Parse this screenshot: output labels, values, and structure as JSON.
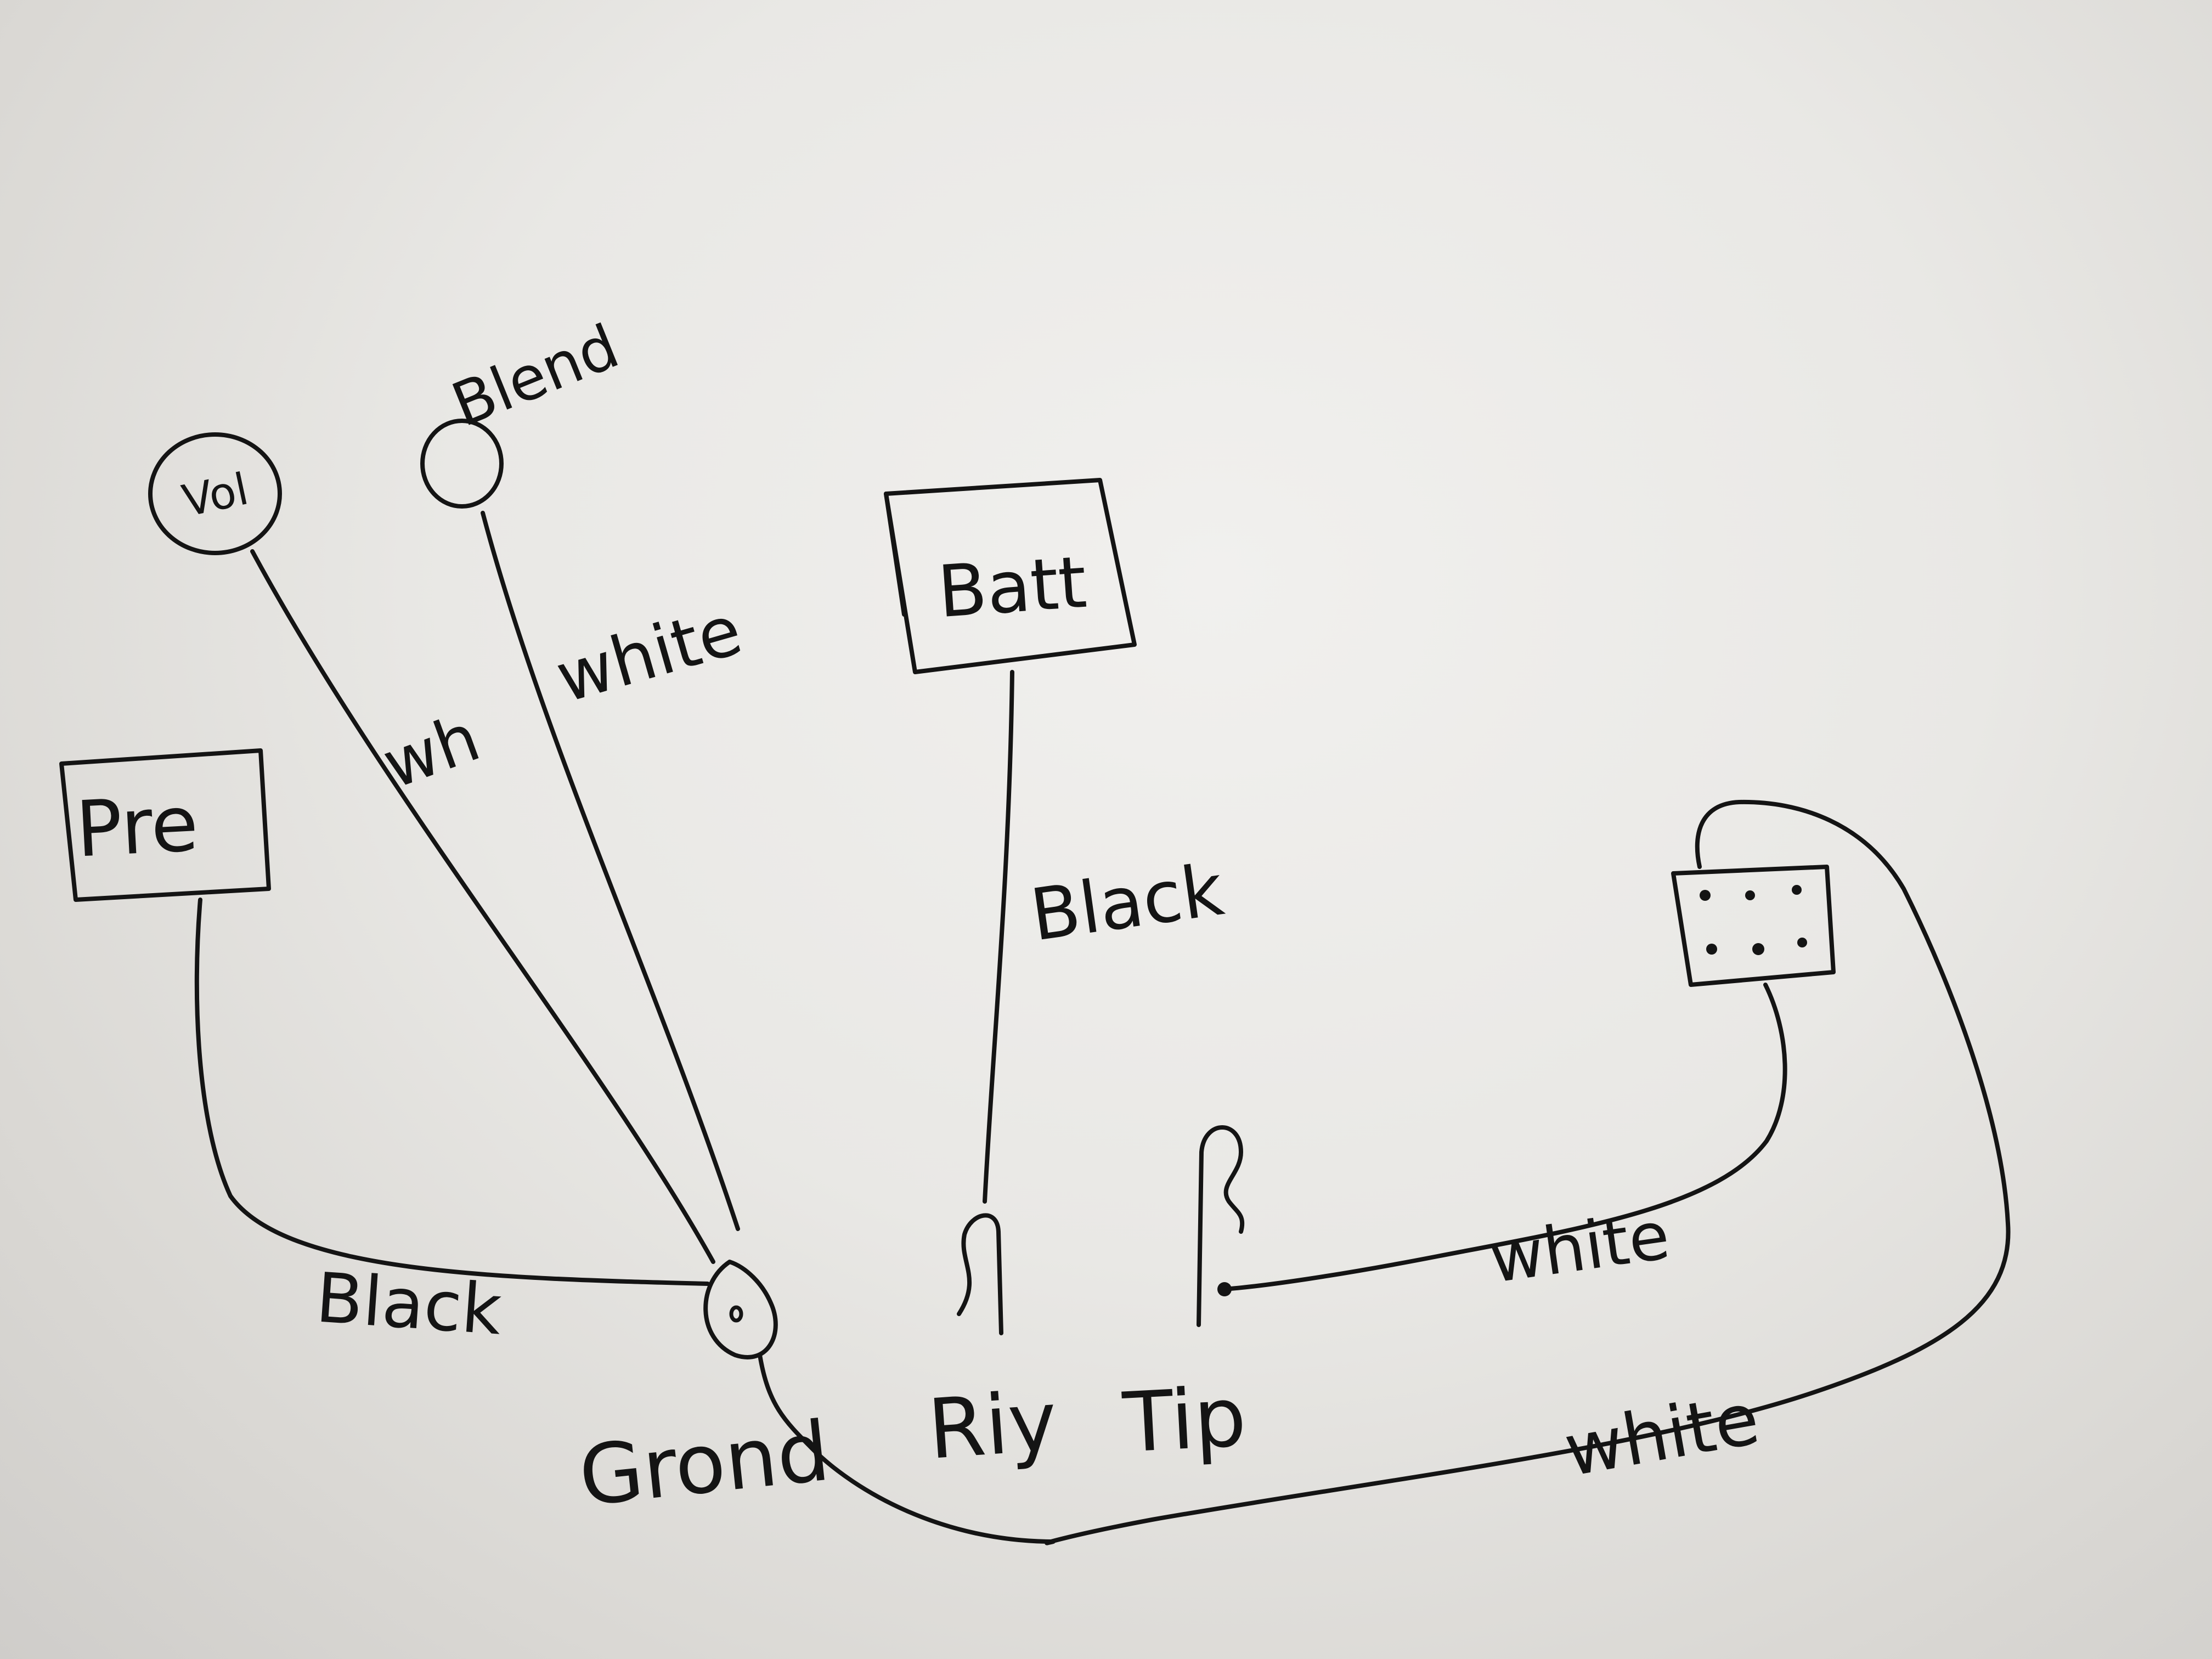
{
  "diagram": {
    "components": {
      "vol_label": "Vol",
      "blend_label": "Blend",
      "pre_label": "Pre",
      "batt_label": "Batt"
    },
    "terminals": {
      "ground_label": "Grond",
      "ring_label": "Riy",
      "tip_label": "Tip"
    },
    "wires": {
      "vol_wire_label": "wh",
      "blend_wire_label": "white",
      "pre_wire_label": "Black",
      "batt_wire_label": "Black",
      "jack_to_tip_label": "white",
      "jack_to_ground_label": "white"
    }
  }
}
